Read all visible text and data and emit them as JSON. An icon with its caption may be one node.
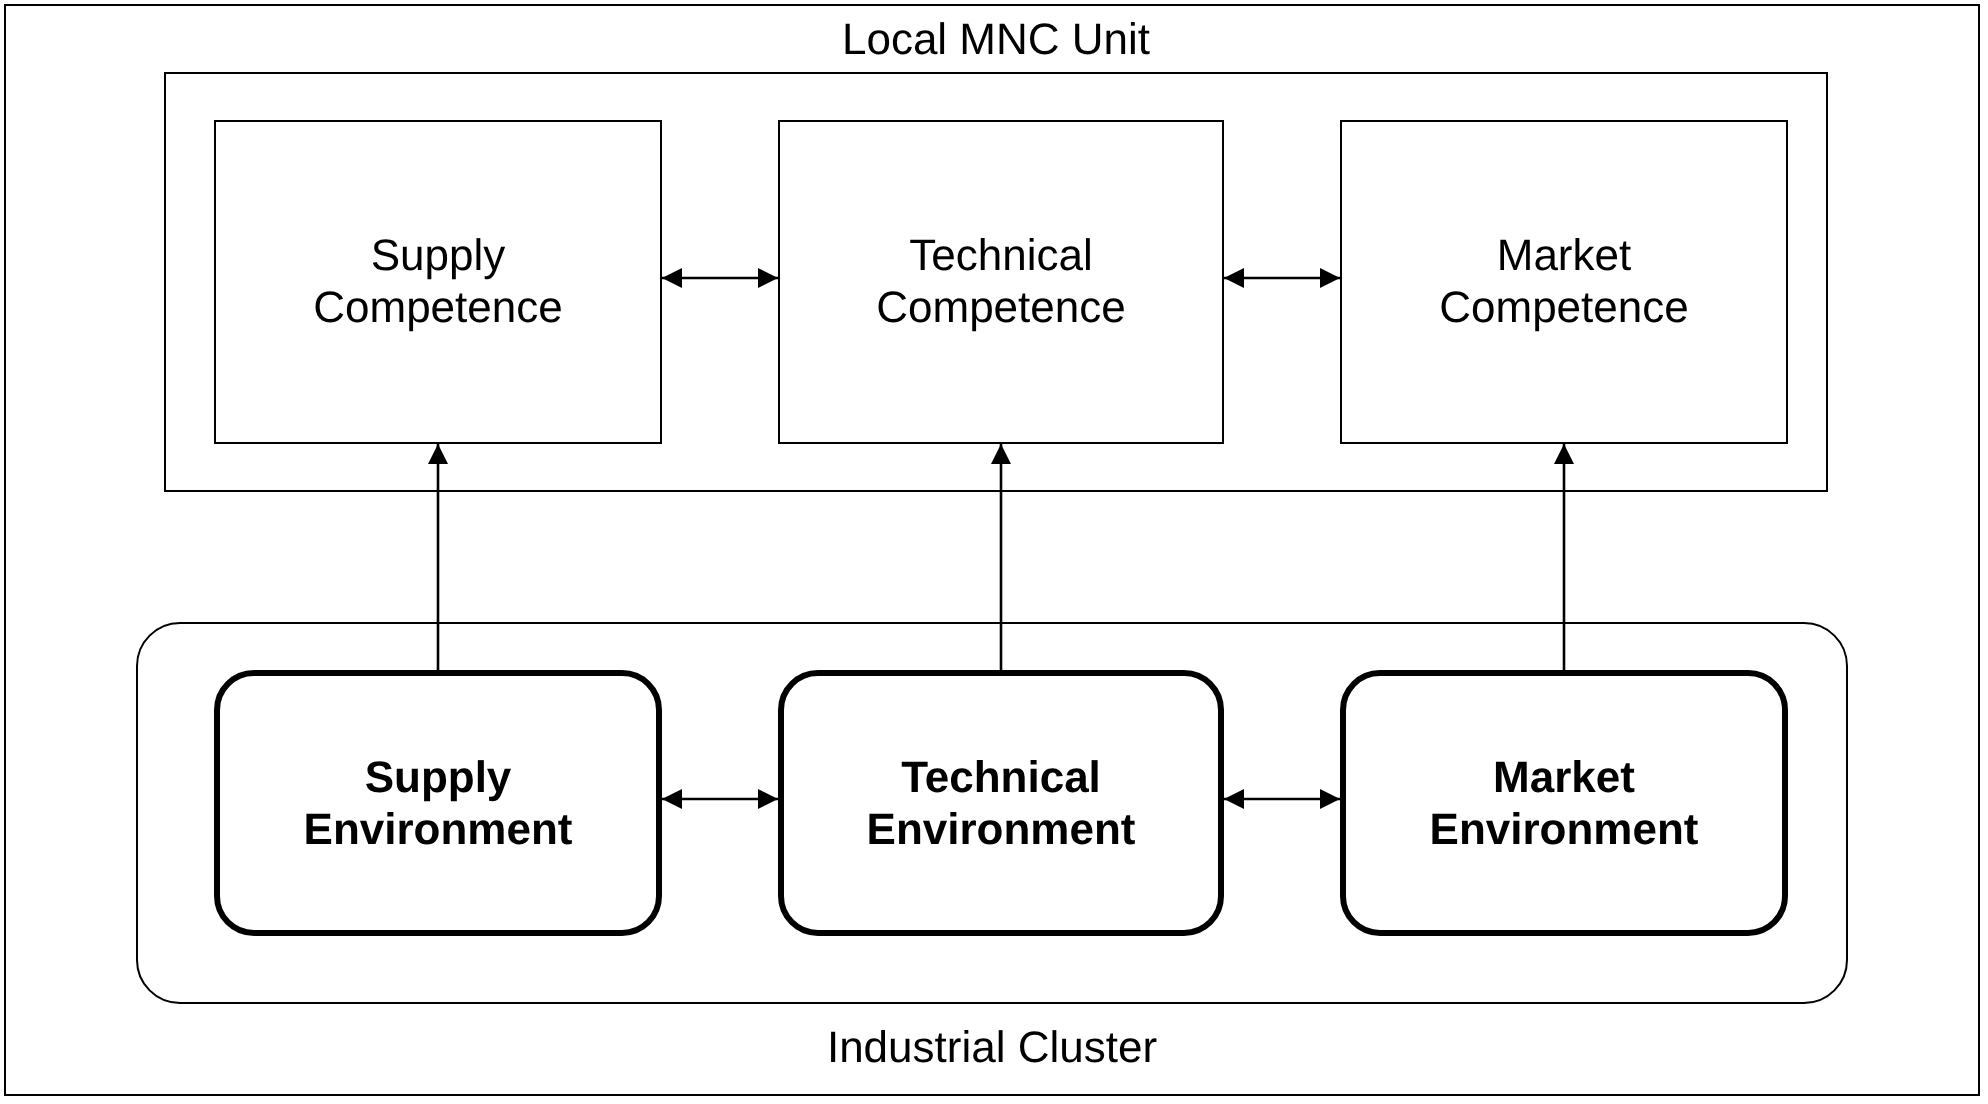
{
  "diagram": {
    "nodes": [
      {
        "text": [
          "Local MNC Unit"
        ]
      },
      {
        "text": [
          "Supply Competence"
        ],
        "in": 0
      },
      {
        "text": [
          "Technical Competence"
        ],
        "in": 0
      },
      {
        "text": [
          "Market Competence"
        ],
        "in": 0
      },
      {
        "text": [
          "Industrial Cluster"
        ]
      },
      {
        "text": [
          "Supply Environment"
        ],
        "in": 4
      },
      {
        "text": [
          "Technical Environment"
        ],
        "in": 4
      },
      {
        "text": [
          "Market Environment"
        ],
        "in": 4
      }
    ],
    "edges": [
      {
        "from": 1,
        "to": 2,
        "arrow": "both"
      },
      {
        "from": 2,
        "to": 3,
        "arrow": "both"
      },
      {
        "from": 5,
        "to": 6,
        "arrow": "both"
      },
      {
        "from": 6,
        "to": 7,
        "arrow": "both"
      },
      {
        "from": 5,
        "to": 1,
        "arrow": "to"
      },
      {
        "from": 6,
        "to": 2,
        "arrow": "to"
      },
      {
        "from": 7,
        "to": 3,
        "arrow": "to"
      }
    ]
  }
}
